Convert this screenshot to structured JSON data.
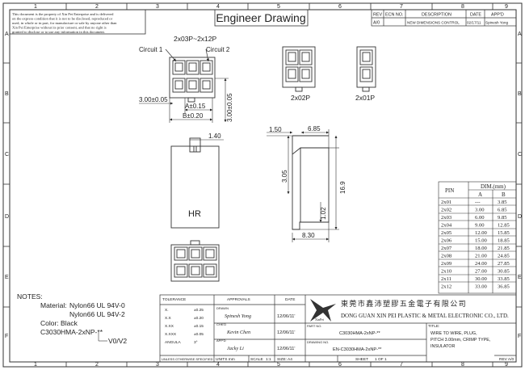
{
  "title": "Engineer Drawing",
  "notice": [
    "This document is the property of Xin Pei Enterprise and is delivered",
    "on the express condition that it is not to be disclosed, reproduced or",
    "used, in whole or in part, for manufacture or sale by anyone other than",
    "Xin Pei Enterprise without its prior consent, and that no right is",
    "granted to disclose or to use any information in this document."
  ],
  "col_numbers": [
    "1",
    "2",
    "3",
    "4",
    "5",
    "6",
    "7",
    "8",
    "9"
  ],
  "row_letters": [
    "A",
    "B",
    "C",
    "D",
    "E",
    "F"
  ],
  "revision": {
    "headers": [
      "REV",
      "ECN NO.",
      "DESCRIPTION",
      "DATE",
      "APP'D"
    ],
    "row": [
      "A/0",
      "",
      "NEW DIMENSIONS CONTROL",
      "02/17/11",
      "Spinesh Yong"
    ]
  },
  "views": {
    "series_label": "2x03P~2x12P",
    "circuit1": "Circuit  1",
    "circuit2": "Circuit  2",
    "dim_3_00": "3.00±0.05",
    "dim_a": "A±0.15",
    "dim_b": "B±0.20",
    "dim_3_00_v": "3.00±0.05",
    "label_2x02": "2x02P",
    "label_2x01": "2x01P",
    "dim_1_40": "1.40",
    "hr": "HR",
    "dim_1_50": "1.50",
    "dim_6_85": "6.85",
    "dim_3_05": "3.05",
    "dim_16_9": "16.9",
    "dim_1_02": "1.02",
    "dim_8_30": "8.30"
  },
  "dim_table": {
    "title": "DIM.(mm)",
    "pin_header": "PIN",
    "col_a": "A",
    "col_b": "B",
    "rows": [
      [
        "2x01",
        "---",
        "3.85"
      ],
      [
        "2x02",
        "3.00",
        "6.85"
      ],
      [
        "2x03",
        "6.00",
        "9.85"
      ],
      [
        "2x04",
        "9.00",
        "12.85"
      ],
      [
        "2x05",
        "12.00",
        "15.85"
      ],
      [
        "2x06",
        "15.00",
        "18.85"
      ],
      [
        "2x07",
        "18.00",
        "21.85"
      ],
      [
        "2x08",
        "21.00",
        "24.85"
      ],
      [
        "2x09",
        "24.00",
        "27.85"
      ],
      [
        "2x10",
        "27.00",
        "30.85"
      ],
      [
        "2x11",
        "30.00",
        "33.85"
      ],
      [
        "2x12",
        "33.00",
        "36.85"
      ]
    ]
  },
  "notes": {
    "heading": "NOTES:",
    "material_label": "Material:",
    "material_1": "Nylon66  UL  94V-0",
    "material_2": "Nylon66  UL  94V-2",
    "color": "Color:  Black",
    "part_code": "C3030HMA-2xNP-**",
    "variant": "V0/V2"
  },
  "title_block": {
    "tolerance": "TOLERANCE",
    "tol_rows": [
      [
        "X.",
        "±0.25"
      ],
      [
        "X.X",
        "±0.20"
      ],
      [
        "X.XX",
        "±0.15"
      ],
      [
        "X.XXX",
        "±0.05"
      ],
      [
        "ANGULA",
        "3°"
      ]
    ],
    "unless": "UNLESS OTHERWISE SPECIFIED",
    "approvals": "APPROVALS",
    "date": "DATE",
    "drawn": "DRAWN",
    "drawn_name": "Spinesh Yong",
    "drawn_date": "12/06/11'",
    "chkd": "CHK'D",
    "chkd_name": "Kevin Chen",
    "chkd_date": "12/06/11'",
    "appd": "APP'D",
    "appd_name": "Jacky Li",
    "appd_date": "12/06/11'",
    "units": "UNITS mm",
    "scale": "SCALE",
    "scale_value": "1:1",
    "size": "SIZE: A4",
    "company_cn": "東莞市鑫沛塑膠五金電子有限公司",
    "company_en": "DONG GUAN XIN PEI PLASTIC & METAL ELECTRONIC CO., LTD.",
    "logo_text": "XinPei",
    "part_no_label": "PART NO.",
    "part_no": "C3030HMA-2xNP-**",
    "drawing_no_label": "DRAWING NO.",
    "drawing_no": "EN-C3030HMA-2xNP-**",
    "sheet": "SHEET",
    "sheet_value": "1   OF   1",
    "title_label": "TITLE:",
    "title_line1": "WIRE TO WIRE, PLUG,",
    "title_line2": "PITCH 3.00mm, CRIMP TYPE,",
    "title_line3": "INSULATOR",
    "rev": "REV A/0"
  }
}
